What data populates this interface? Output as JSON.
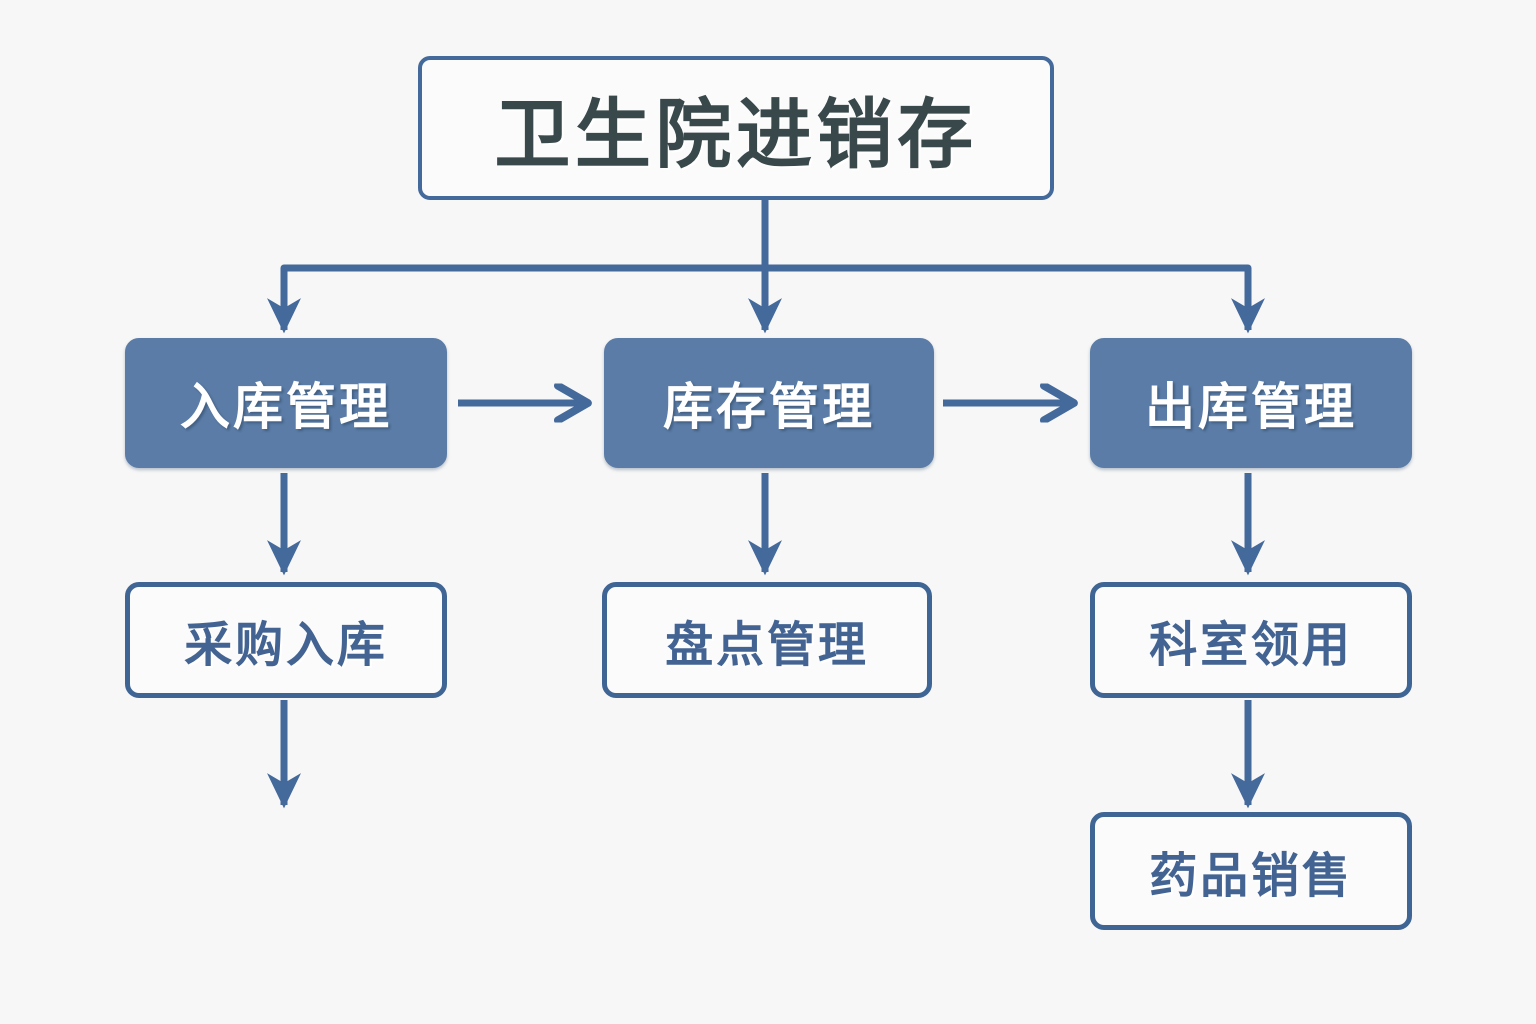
{
  "diagram": {
    "title": "卫生院进销存",
    "background_color": "#f7f7f7",
    "accent_color": "#44699b",
    "primary_fill": "#5a7ca6",
    "sub_text_color": "#436492",
    "title_text_color": "#39484a",
    "nodes": {
      "root": {
        "label": "卫生院进销存"
      },
      "inbound": {
        "label": "入库管理"
      },
      "stock": {
        "label": "库存管理"
      },
      "outbound": {
        "label": "出库管理"
      },
      "purchase_in": {
        "label": "采购入库"
      },
      "stocktake": {
        "label": "盘点管理"
      },
      "dept_request": {
        "label": "科室领用"
      },
      "drug_sales": {
        "label": "药品销售"
      }
    },
    "edges": [
      {
        "from": "root",
        "to": "inbound",
        "style": "elbow-down-arrow"
      },
      {
        "from": "root",
        "to": "stock",
        "style": "straight-down-arrow"
      },
      {
        "from": "root",
        "to": "outbound",
        "style": "elbow-down-arrow"
      },
      {
        "from": "inbound",
        "to": "stock",
        "style": "right-chevron-arrow"
      },
      {
        "from": "stock",
        "to": "outbound",
        "style": "right-chevron-arrow"
      },
      {
        "from": "inbound",
        "to": "purchase_in",
        "style": "straight-down-arrow"
      },
      {
        "from": "stock",
        "to": "stocktake",
        "style": "straight-down-arrow"
      },
      {
        "from": "outbound",
        "to": "dept_request",
        "style": "straight-down-arrow"
      },
      {
        "from": "purchase_in",
        "to": null,
        "style": "straight-down-arrow-dangling"
      },
      {
        "from": "dept_request",
        "to": "drug_sales",
        "style": "straight-down-arrow"
      }
    ]
  }
}
